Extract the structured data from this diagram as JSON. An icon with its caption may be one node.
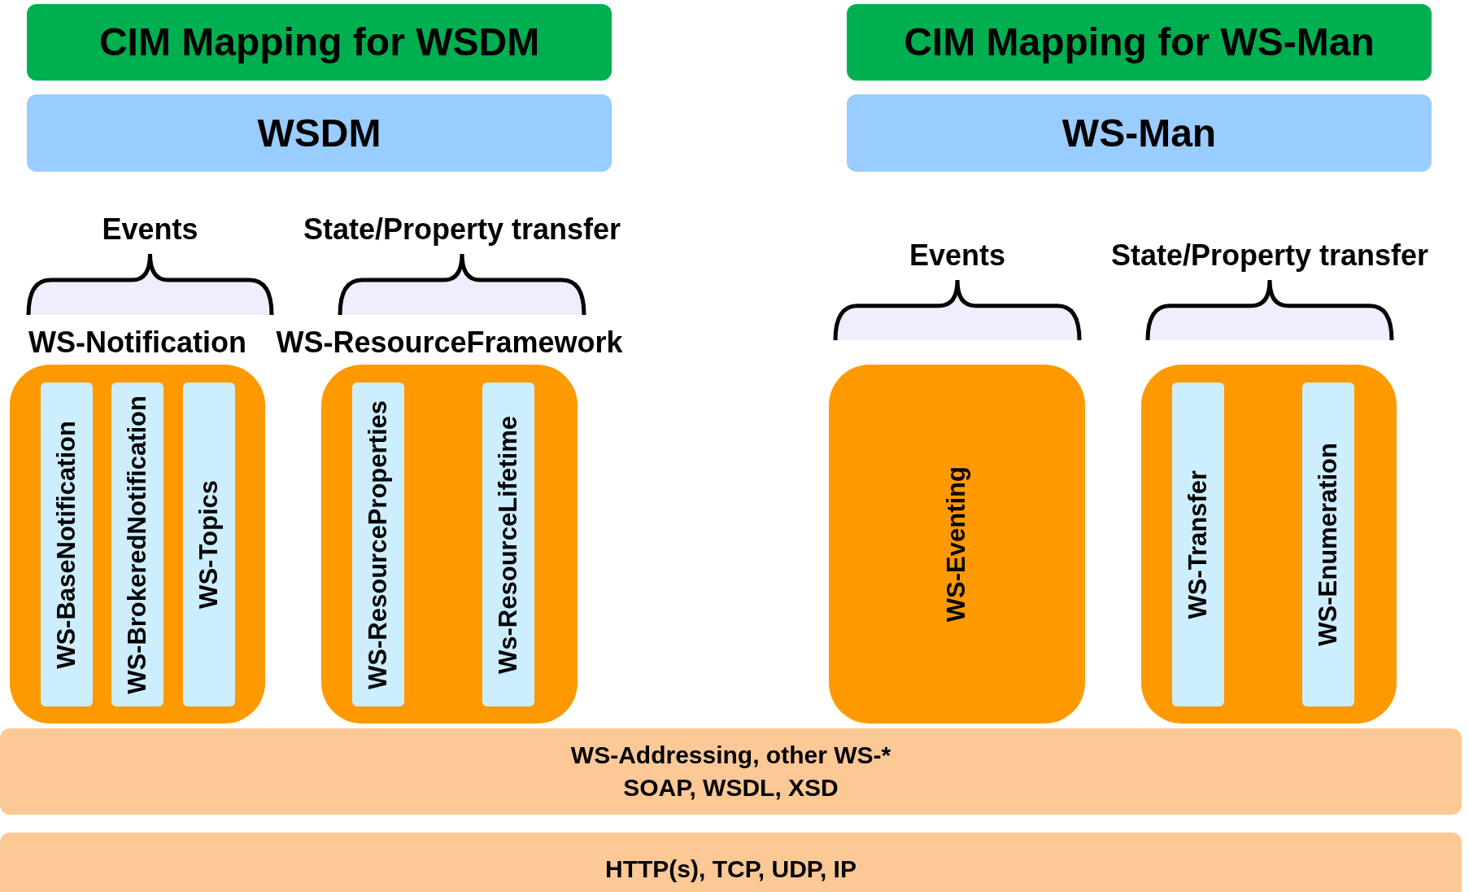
{
  "diagram": {
    "nodes": [
      {
        "text": [
          "CIM Mapping for WSDM"
        ]
      },
      {
        "text": [
          "CIM Mapping for WS-Man"
        ]
      },
      {
        "text": [
          "WSDM"
        ]
      },
      {
        "text": [
          "WS-Man"
        ]
      },
      {
        "text": [
          "WS-Notification"
        ]
      },
      {
        "text": [
          "WS-BaseNotification"
        ],
        "in": 4
      },
      {
        "text": [
          "WS-BrokeredNotification"
        ],
        "in": 4
      },
      {
        "text": [
          "WS-Topics"
        ],
        "in": 4
      },
      {
        "text": [
          "WS-ResourceFramework"
        ]
      },
      {
        "text": [
          "WS-ResourceProperties"
        ],
        "in": 8
      },
      {
        "text": [
          "Ws-ResourceLifetime"
        ],
        "in": 8
      },
      {
        "text": [
          "WS-Eventing"
        ]
      },
      {
        "text": [],
        "shape": "box"
      },
      {
        "text": [
          "WS-Transfer"
        ],
        "in": 12
      },
      {
        "text": [
          "WS-Enumeration"
        ],
        "in": 12
      },
      {
        "text": [
          "WS-Addressing, other WS-*",
          "SOAP, WSDL, XSD"
        ]
      },
      {
        "text": [
          "HTTP(s), TCP, UDP, IP"
        ]
      },
      {
        "text": [
          "Events"
        ]
      },
      {
        "text": [
          "State/Property transfer"
        ]
      },
      {
        "text": [
          "Events"
        ]
      },
      {
        "text": [
          "State/Property transfer"
        ]
      }
    ],
    "edges": []
  }
}
